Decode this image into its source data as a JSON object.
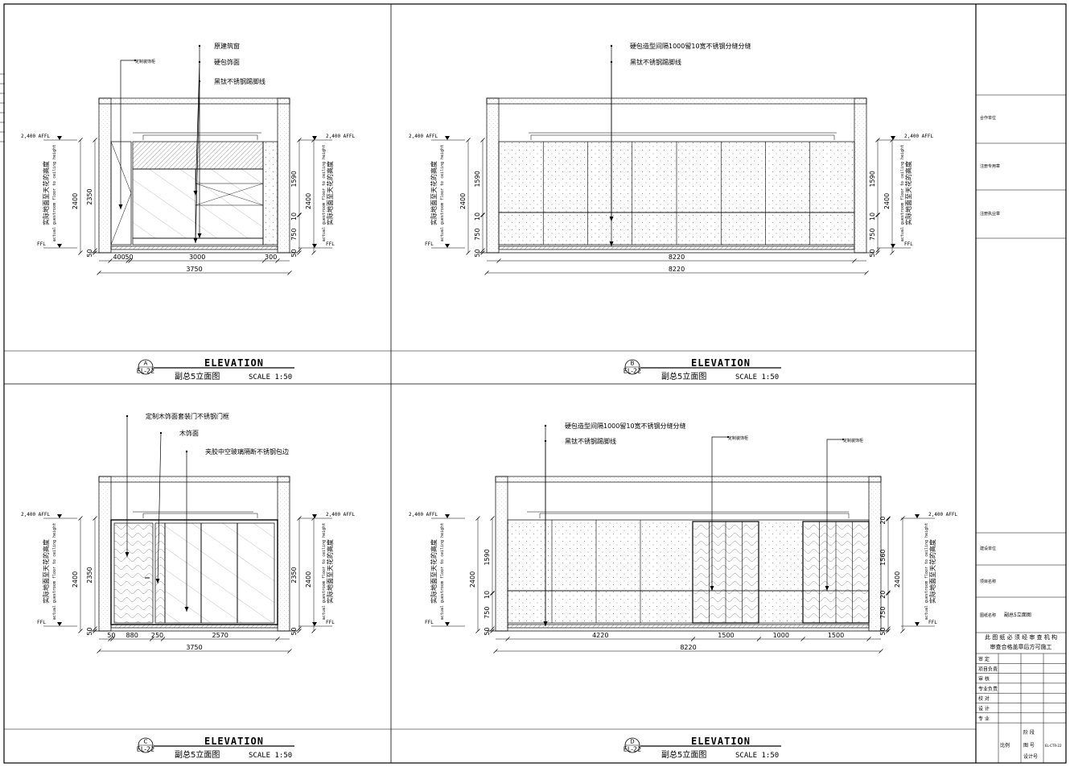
{
  "panels": {
    "A": {
      "marker": "A",
      "sheet": "EL-22",
      "title": "ELEVATION",
      "subtitle": "副总5立面图",
      "scale": "SCALE 1:50",
      "notes": [
        "原建筑窗",
        "硬包饰面",
        "黑钛不锈钢踢脚线"
      ],
      "side_note": "定制装饰柜",
      "left_level": "2,400 AFFL",
      "right_level": "2,400 AFFL",
      "ffl": "FFL",
      "left_dims": [
        "2350",
        "50"
      ],
      "left_total": "2400",
      "right_dims": [
        "1590",
        "10",
        "750",
        "50"
      ],
      "right_total": "2400",
      "bottom_dims": [
        "400",
        "50",
        "3000",
        "300"
      ],
      "bottom_total": "3750",
      "vtext_cn": "实际地面至天花的高度",
      "vtext_en": "actual guestroom floor to ceiling height"
    },
    "B": {
      "marker": "B",
      "sheet": "EL-22",
      "title": "ELEVATION",
      "subtitle": "副总5立面图",
      "scale": "SCALE 1:50",
      "notes": [
        "硬包造型间隔1000留10宽不锈钢分缝分缝",
        "黑钛不锈钢踢脚线"
      ],
      "left_level": "2,400 AFFL",
      "right_level": "2,400 AFFL",
      "ffl": "FFL",
      "left_dims": [
        "1590",
        "10",
        "750",
        "50"
      ],
      "left_total": "2400",
      "right_dims": [
        "1590",
        "10",
        "750",
        "50"
      ],
      "right_total": "2400",
      "bottom_dims": [
        "8220"
      ],
      "bottom_total": "8220",
      "vtext_cn": "实际地面至天花的高度",
      "vtext_en": "actual guestroom floor to ceiling height"
    },
    "C": {
      "marker": "C",
      "sheet": "EL-22",
      "title": "ELEVATION",
      "subtitle": "副总5立面图",
      "scale": "SCALE 1:50",
      "notes": [
        "定制木饰面套装门不锈钢门框",
        "木饰面",
        "夹胶中空玻璃隔断不锈钢包边"
      ],
      "left_level": "2,400 AFFL",
      "right_level": "2,400 AFFL",
      "ffl": "FFL",
      "left_dims": [
        "2350",
        "50"
      ],
      "left_total": "2400",
      "right_dims": [
        "2350",
        "50"
      ],
      "right_total": "2400",
      "bottom_dims": [
        "50",
        "880",
        "250",
        "2570"
      ],
      "bottom_total": "3750",
      "vtext_cn": "实际地面至天花的高度",
      "vtext_en": "actual guestroom floor to ceiling height"
    },
    "D": {
      "marker": "D",
      "sheet": "EL-22",
      "title": "ELEVATION",
      "subtitle": "副总5立面图",
      "scale": "SCALE 1:50",
      "notes": [
        "硬包造型间隔1000留10宽不锈钢分缝分缝",
        "黑钛不锈钢踢脚线"
      ],
      "side_notes": [
        "定制装饰柜",
        "定制装饰柜"
      ],
      "left_level": "2,400 AFFL",
      "right_level": "2,400 AFFL",
      "ffl": "FFL",
      "left_dims": [
        "1590",
        "10",
        "750",
        "50"
      ],
      "left_total": "2400",
      "right_dims": [
        "20",
        "1560",
        "20",
        "750",
        "50"
      ],
      "right_total": "2400",
      "bottom_dims": [
        "4220",
        "1500",
        "1000",
        "1500"
      ],
      "bottom_total": "8220",
      "vtext_cn": "实际地面至天花的高度",
      "vtext_en": "actual guestroom floor to ceiling height"
    }
  },
  "title_block": {
    "row1": "合作单位",
    "row2": "注册专用章",
    "row3": "注册执业章",
    "row4": "建设单位",
    "row5": "项目名称",
    "drawing_name_label": "图纸名称",
    "drawing_name": "副总5立面图",
    "notice_line1": "此 图 纸 必 须 经 审 查 机 构",
    "notice_line2": "审查合格盖章后方可施工",
    "sign_rows": [
      "审  定",
      "项目负责",
      "审  核",
      "专业负责",
      "校  对",
      "设  计",
      "专  业"
    ],
    "stage_label": "阶 段",
    "scale_label": "比例",
    "drawing_no_label": "图  号",
    "drawing_no": "EL-CTR-22",
    "design_no_label": "设计号"
  }
}
